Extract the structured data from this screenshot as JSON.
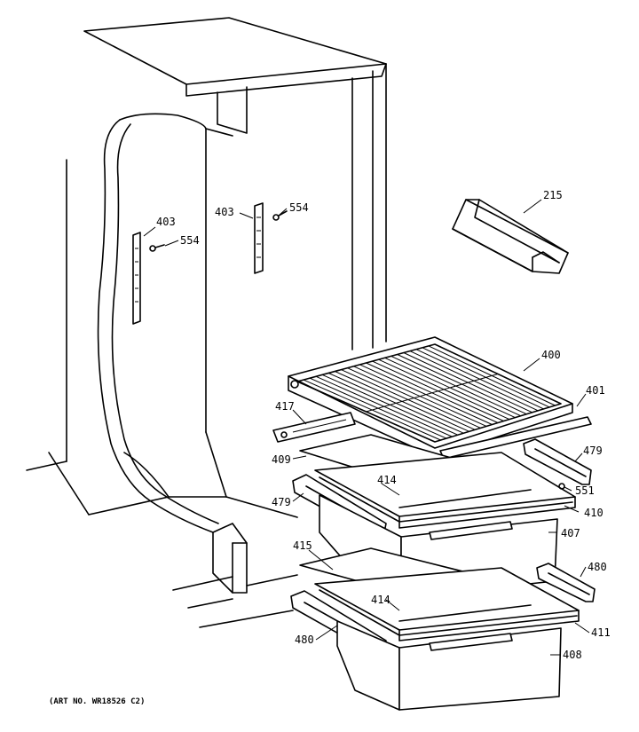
{
  "callouts": {
    "p215": "215",
    "p400": "400",
    "p401": "401",
    "p403_left": "403",
    "p403_right": "403",
    "p554_left": "554",
    "p554_right": "554",
    "p417": "417",
    "p409": "409",
    "p414_upper": "414",
    "p414_lower": "414",
    "p479_left": "479",
    "p479_right": "479",
    "p551": "551",
    "p410": "410",
    "p407": "407",
    "p415": "415",
    "p480_left": "480",
    "p480_right": "480",
    "p411": "411",
    "p408": "408"
  },
  "art_number": "(ART NO. WR18526 C2)"
}
